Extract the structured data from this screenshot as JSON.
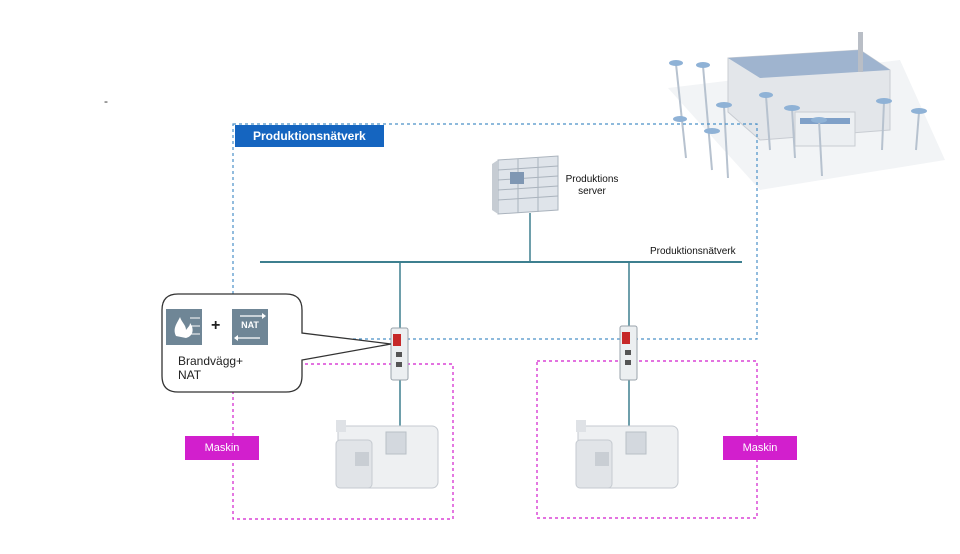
{
  "network": {
    "title": "Produktionsnätverk",
    "bus_label": "Produktionsnätverk"
  },
  "server": {
    "label_line1": "Produktions",
    "label_line2": "server"
  },
  "callout": {
    "firewall_icon": "firewall-icon",
    "plus": "+",
    "nat_icon_text": "NAT",
    "text_line1": "Brandvägg+",
    "text_line2": "NAT"
  },
  "machines": [
    {
      "label": "Maskin"
    },
    {
      "label": "Maskin"
    }
  ],
  "stray_mark": "-",
  "colors": {
    "network_border": "#4a90c8",
    "bus_line": "#3d7f8f",
    "machine_border": "#d21fcd",
    "title_bg": "#1565c0",
    "device_red": "#c62828"
  }
}
